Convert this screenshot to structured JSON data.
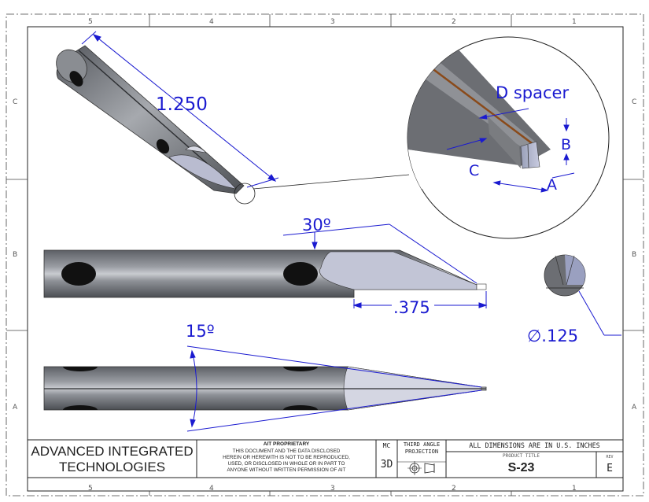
{
  "zones": {
    "columns": [
      "5",
      "4",
      "3",
      "2",
      "1"
    ],
    "rows": [
      "C",
      "B",
      "A"
    ]
  },
  "dimensions": {
    "length_top": "1.250",
    "angle_side": "30º",
    "length_tip": ".375",
    "diameter": "∅.125",
    "angle_bottom": "15º"
  },
  "detail_callouts": {
    "spacer": "D  spacer",
    "a": "A",
    "b": "B",
    "c": "C"
  },
  "title_block": {
    "company_line1": "ADVANCED INTEGRATED",
    "company_line2": "TECHNOLOGIES",
    "proprietary_heading": "AIT PROPRIETARY",
    "proprietary_line1": "THIS DOCUMENT AND THE DATA DISCLOSED",
    "proprietary_line2": "HEREIN OR HEREWITH IS NOT TO BE REPRODUCED,",
    "proprietary_line3": "USED, OR DISCLOSED IN WHOLE OR IN PART TO",
    "proprietary_line4": "ANYONE WITHOUT WRITTEN PERMISSION OF AIT",
    "mc": "MC",
    "code_3d": "3D",
    "projection_line1": "THIRD ANGLE",
    "projection_line2": "PROJECTION",
    "dimension_note": "ALL DIMENSIONS ARE IN U.S. INCHES",
    "product_title_label": "PRODUCT TITLE",
    "product_title": "S-23",
    "rev_label": "REV",
    "rev": "E"
  },
  "colors": {
    "dimension_blue": "#1a1ad0",
    "body_gray": "#6c6e73",
    "hole_black": "#111111"
  }
}
